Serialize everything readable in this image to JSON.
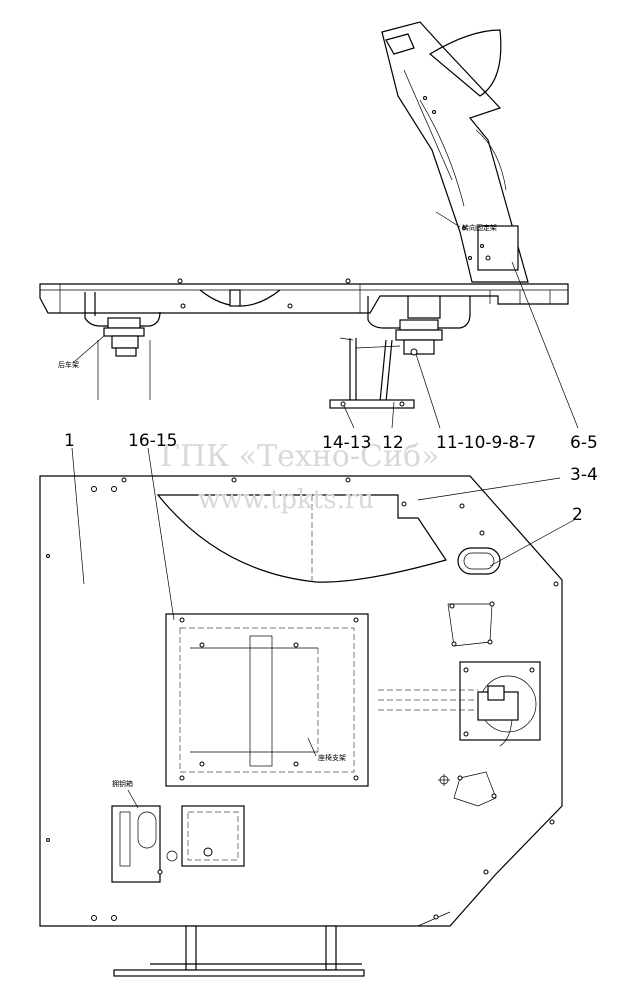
{
  "watermark": {
    "line1": "ГПК «Техно-Сиб»",
    "line2": "www.tpkts.ru"
  },
  "callouts": {
    "c1": "1",
    "c16_15": "16-15",
    "c14_13": "14-13",
    "c12": "12",
    "c11_7": "11-10-9-8-7",
    "c6_5": "6-5",
    "c3_4": "3-4",
    "c2": "2"
  },
  "notes": {
    "bracket_upper": "转向固定架",
    "rear_frame": "后车架",
    "seat_bracket": "座椅支架",
    "handle_box": "拥钥箱"
  }
}
